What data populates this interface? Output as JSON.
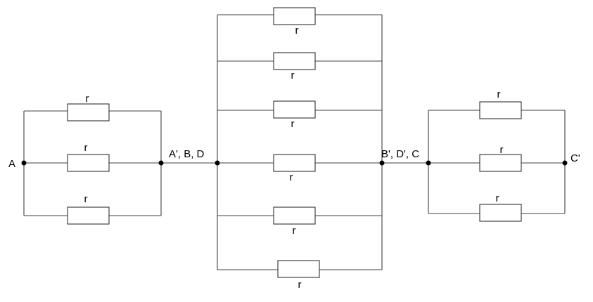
{
  "nodes": {
    "A": "A",
    "A_B_D": "A', B, D",
    "B_D_C": "B', D', C",
    "C_prime": "C'"
  },
  "resistor_label": "r",
  "left_group": {
    "resistors": [
      "r",
      "r",
      "r"
    ]
  },
  "middle_group": {
    "resistors": [
      "r",
      "r",
      "r",
      "r",
      "r",
      "r"
    ]
  },
  "right_group": {
    "resistors": [
      "r",
      "r",
      "r"
    ]
  },
  "colors": {
    "wire": "#404040",
    "node": "#000000",
    "background": "#ffffff"
  }
}
